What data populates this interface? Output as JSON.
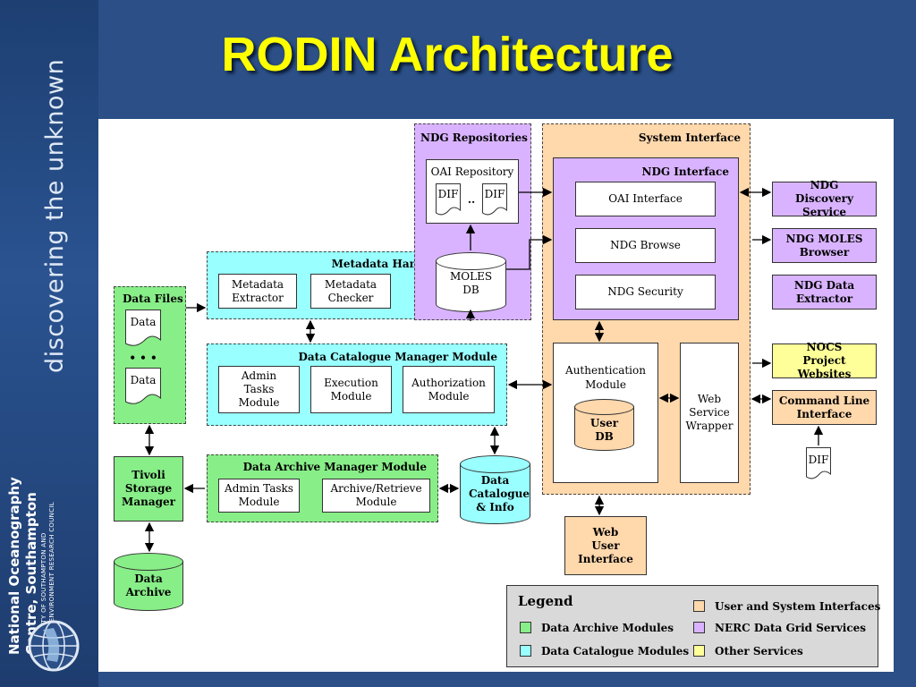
{
  "title": "RODIN Architecture",
  "sidebar": {
    "tagline": "discovering the unknown",
    "institution": {
      "name_line1": "National Oceanography",
      "name_line2": "Centre, Southampton",
      "sub_line1": "UNIVERSITY OF SOUTHAMPTON AND",
      "sub_line2": "NATURAL ENVIRONMENT RESEARCH COUNCIL"
    }
  },
  "diagram": {
    "colors": {
      "archive_green": "#88ee88",
      "catalogue_cyan": "#99ffff",
      "ndg_purple": "#d9b3ff",
      "interface_peach": "#ffd8ac",
      "other_yellow": "#ffff99"
    },
    "data_files": {
      "title": "Data Files",
      "doc1": "Data",
      "ellipsis": "• • •",
      "doc2": "Data"
    },
    "tivoli": "Tivoli Storage Manager",
    "data_archive": "Data Archive",
    "metadata_handler": {
      "title": "Metadata Handler Module",
      "extractor": "Metadata Extractor",
      "checker": "Metadata Checker"
    },
    "catalogue_manager": {
      "title": "Data Catalogue Manager Module",
      "admin": "Admin Tasks Module",
      "execution": "Execution Module",
      "authorization": "Authorization Module"
    },
    "archive_manager": {
      "title": "Data Archive Manager Module",
      "admin": "Admin Tasks Module",
      "archive_retrieve": "Archive/Retrieve Module"
    },
    "data_catalogue": "Data Catalogue & Info",
    "ndg_repositories": {
      "title": "NDG Repositories",
      "oai_repository": "OAI Repository",
      "dif1": "DIF",
      "dots": "..",
      "dif2": "DIF",
      "moles_db": "MOLES DB"
    },
    "system_interface": {
      "title": "System Interface",
      "ndg_interface": {
        "title": "NDG Interface",
        "oai_interface": "OAI Interface",
        "ndg_browse": "NDG Browse",
        "ndg_security": "NDG Security"
      },
      "authentication": "Authentication Module",
      "user_db": "User DB",
      "web_service_wrapper": "Web Service Wrapper"
    },
    "web_user_interface": "Web User Interface",
    "services": {
      "discovery": "NDG Discovery Service",
      "moles_browser": "NDG MOLES Browser",
      "data_extractor": "NDG Data Extractor",
      "nocs_websites": "NOCS Project Websites",
      "command_line": "Command Line Interface",
      "dif_doc": "DIF"
    },
    "legend": {
      "title": "Legend",
      "items": [
        "Data Archive Modules",
        "Data Catalogue Modules",
        "User and System Interfaces",
        "NERC Data Grid Services",
        "Other  Services"
      ]
    }
  }
}
